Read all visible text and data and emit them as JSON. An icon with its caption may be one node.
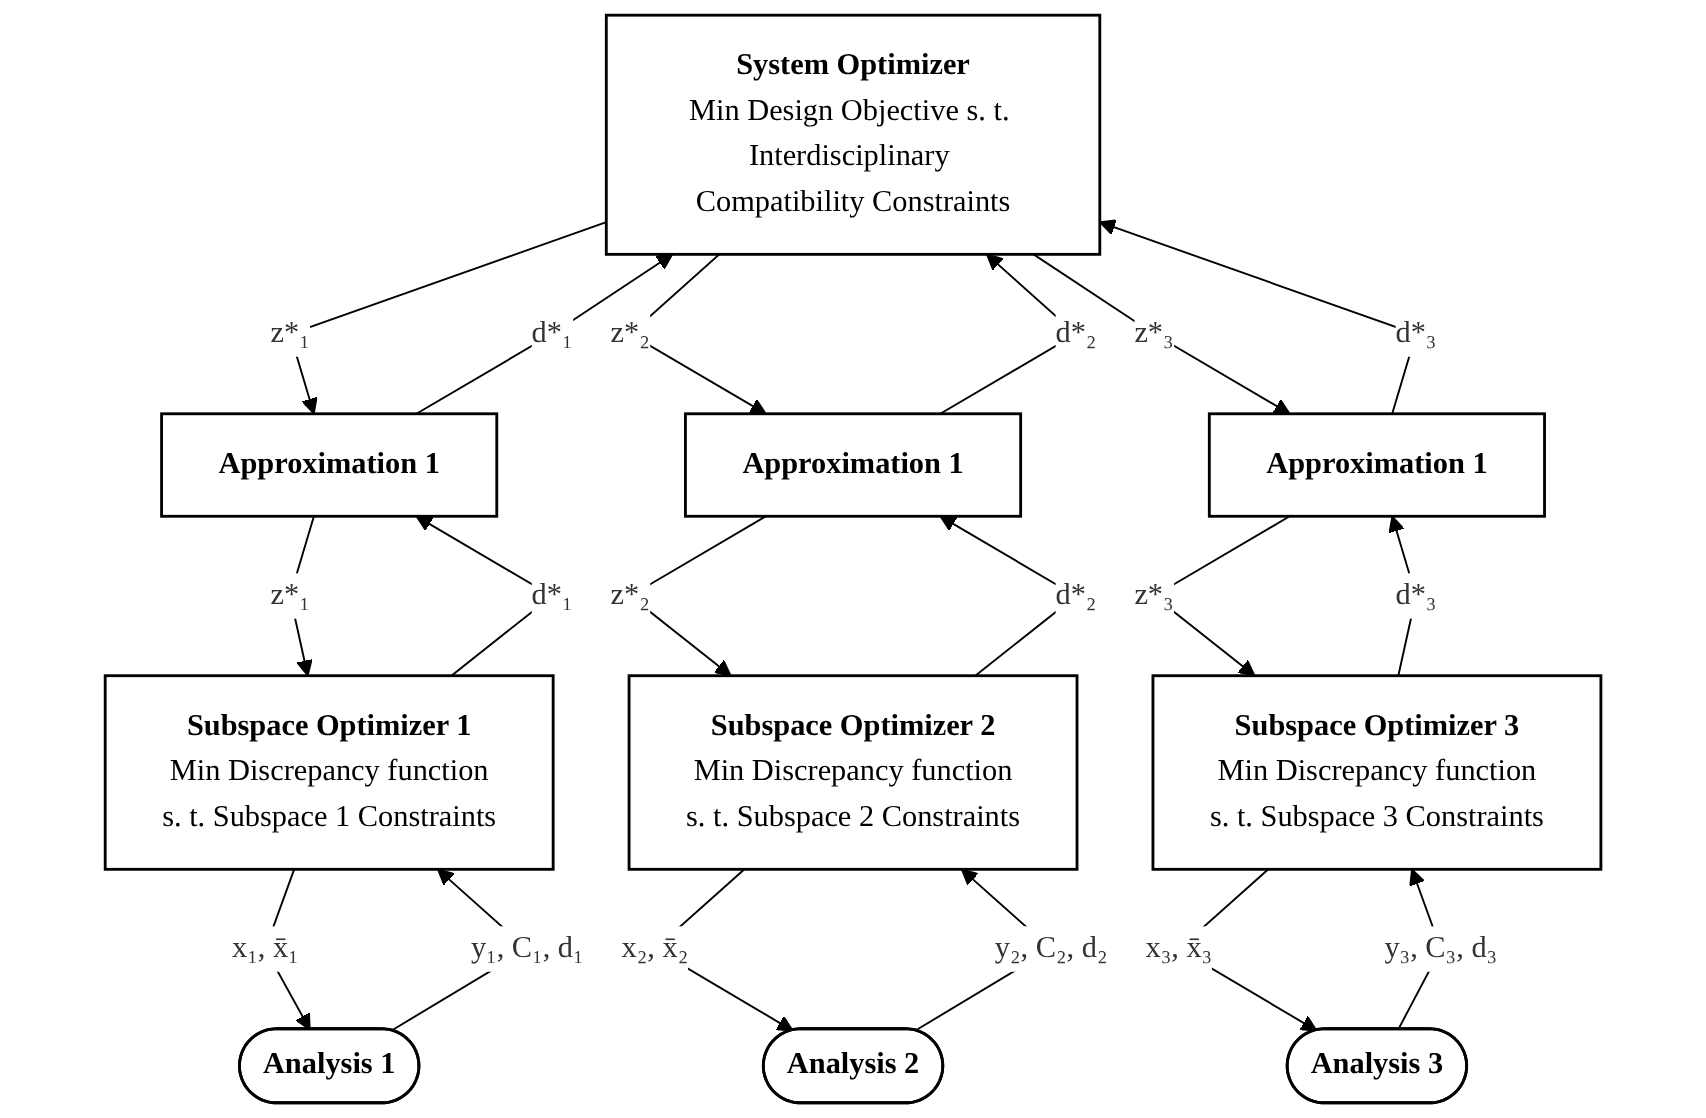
{
  "diagram": {
    "nodes": [
      {
        "text": [
          "System Optimizer",
          "Min Design Objective s. t. Interdisciplinary Compatibility Constraints"
        ]
      },
      {
        "text": [
          "Approximation 1"
        ]
      },
      {
        "text": [
          "Approximation 1"
        ]
      },
      {
        "text": [
          "Approximation 1"
        ]
      },
      {
        "text": [
          "Subspace Optimizer 1",
          "Min Discrepancy function",
          "s. t. Subspace 1 Constraints"
        ]
      },
      {
        "text": [
          "Subspace Optimizer 2",
          "Min Discrepancy function",
          "s. t. Subspace 2 Constraints"
        ]
      },
      {
        "text": [
          "Subspace Optimizer 3",
          "Min Discrepancy function",
          "s. t. Subspace 3 Constraints"
        ]
      },
      {
        "text": [
          "Analysis 1"
        ]
      },
      {
        "text": [
          "Analysis 2"
        ]
      },
      {
        "text": [
          "Analysis 3"
        ]
      }
    ],
    "edges": [
      {
        "from": 0,
        "to": 1,
        "arrow": "to",
        "label": "z*₁"
      },
      {
        "from": 1,
        "to": 0,
        "arrow": "to",
        "label": "d*₁"
      },
      {
        "from": 0,
        "to": 2,
        "arrow": "to",
        "label": "z*₂"
      },
      {
        "from": 2,
        "to": 0,
        "arrow": "to",
        "label": "d*₂"
      },
      {
        "from": 0,
        "to": 3,
        "arrow": "to",
        "label": "z*₃"
      },
      {
        "from": 3,
        "to": 0,
        "arrow": "to",
        "label": "d*₃"
      },
      {
        "from": 1,
        "to": 4,
        "arrow": "to",
        "label": "z*₁"
      },
      {
        "from": 4,
        "to": 1,
        "arrow": "to",
        "label": "d*₁"
      },
      {
        "from": 2,
        "to": 5,
        "arrow": "to",
        "label": "z*₂"
      },
      {
        "from": 5,
        "to": 2,
        "arrow": "to",
        "label": "d*₂"
      },
      {
        "from": 3,
        "to": 6,
        "arrow": "to",
        "label": "z*₃"
      },
      {
        "from": 6,
        "to": 3,
        "arrow": "to",
        "label": "d*₃"
      },
      {
        "from": 4,
        "to": 7,
        "arrow": "to",
        "label": "x₁, x̄₁"
      },
      {
        "from": 7,
        "to": 4,
        "arrow": "to",
        "label": "y₁, C₁, d₁"
      },
      {
        "from": 5,
        "to": 8,
        "arrow": "to",
        "label": "x₂, x̄₂"
      },
      {
        "from": 8,
        "to": 5,
        "arrow": "to",
        "label": "y₂, C₂, d₂"
      },
      {
        "from": 6,
        "to": 9,
        "arrow": "to",
        "label": "x₃, x̄₃"
      },
      {
        "from": 9,
        "to": 6,
        "arrow": "to",
        "label": "y₃, C₃, d₃"
      }
    ]
  }
}
